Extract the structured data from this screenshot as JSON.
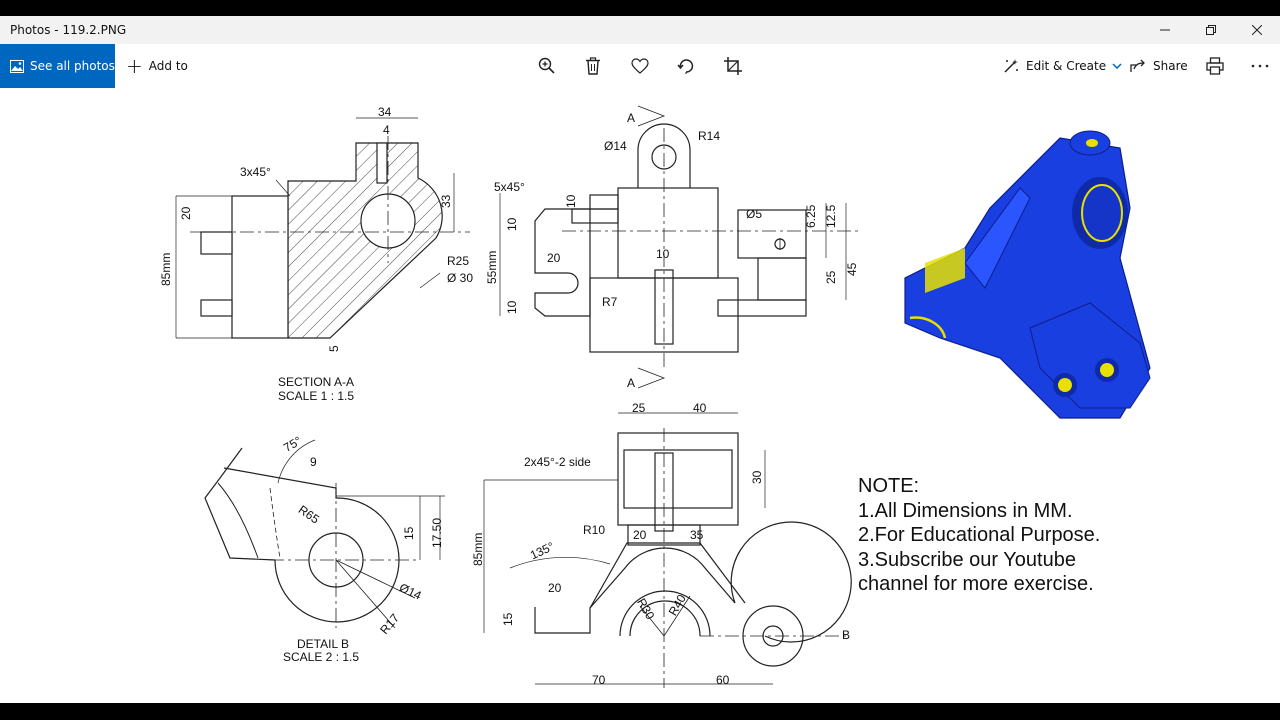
{
  "window": {
    "title": "Photos - 119.2.PNG",
    "minimize_icon": "minimize-icon",
    "maximize_icon": "restore-icon",
    "close_icon": "close-icon"
  },
  "toolbar": {
    "see_all_photos": "See all photos",
    "add_to": "Add to",
    "zoom_icon": "zoom-in-icon",
    "delete_icon": "trash-icon",
    "favorite_icon": "heart-icon",
    "rotate_icon": "rotate-icon",
    "crop_icon": "crop-icon",
    "edit_create": "Edit & Create",
    "share": "Share",
    "print_icon": "print-icon",
    "more_icon": "more-icon",
    "accent_color": "#0067c0"
  },
  "drawing": {
    "section_caption": [
      "SECTION A-A",
      "SCALE 1 : 1.5"
    ],
    "detail_caption": [
      "DETAIL B",
      "SCALE 2 : 1.5"
    ],
    "section_dims": {
      "w34": "34",
      "w4": "4",
      "chamfer": "3x45°",
      "h20": "20",
      "h85": "85mm",
      "h33": "33",
      "r25": "R25",
      "d30": "Ø 30",
      "h5": "5"
    },
    "front_dims": {
      "a_top": "A",
      "a_bot": "A",
      "d14": "Ø14",
      "r14": "R14",
      "chamfer": "5x45°",
      "v10a": "10",
      "v10b": "10",
      "h55": "55mm",
      "w20": "20",
      "r7": "R7",
      "v10c": "10",
      "w10": "10",
      "d5": "Ø5",
      "v625": "6.25",
      "v125": "12.5",
      "v25": "25",
      "v45": "45"
    },
    "detail_dims": {
      "a75": "75°",
      "w9": "9",
      "r65": "R65",
      "h15": "15",
      "h1750": "17.50",
      "d14": "Ø14",
      "r17": "R17"
    },
    "bottom_dims": {
      "w25": "25",
      "w40": "40",
      "chamfer": "2x45°-2 side",
      "h30": "30",
      "h85": "85mm",
      "r10": "R10",
      "w20a": "20",
      "w35": "35",
      "a135": "135°",
      "w20b": "20",
      "r30": "R30",
      "r40": "R40",
      "h15": "15",
      "w70": "70",
      "w60": "60",
      "b": "B"
    },
    "note": [
      "NOTE:",
      "1.All Dimensions in MM.",
      "2.For Educational Purpose.",
      "3.Subscribe our Youtube",
      "channel for more exercise."
    ],
    "part_color": "#1a3fe0",
    "bore_color": "#e8e000"
  }
}
